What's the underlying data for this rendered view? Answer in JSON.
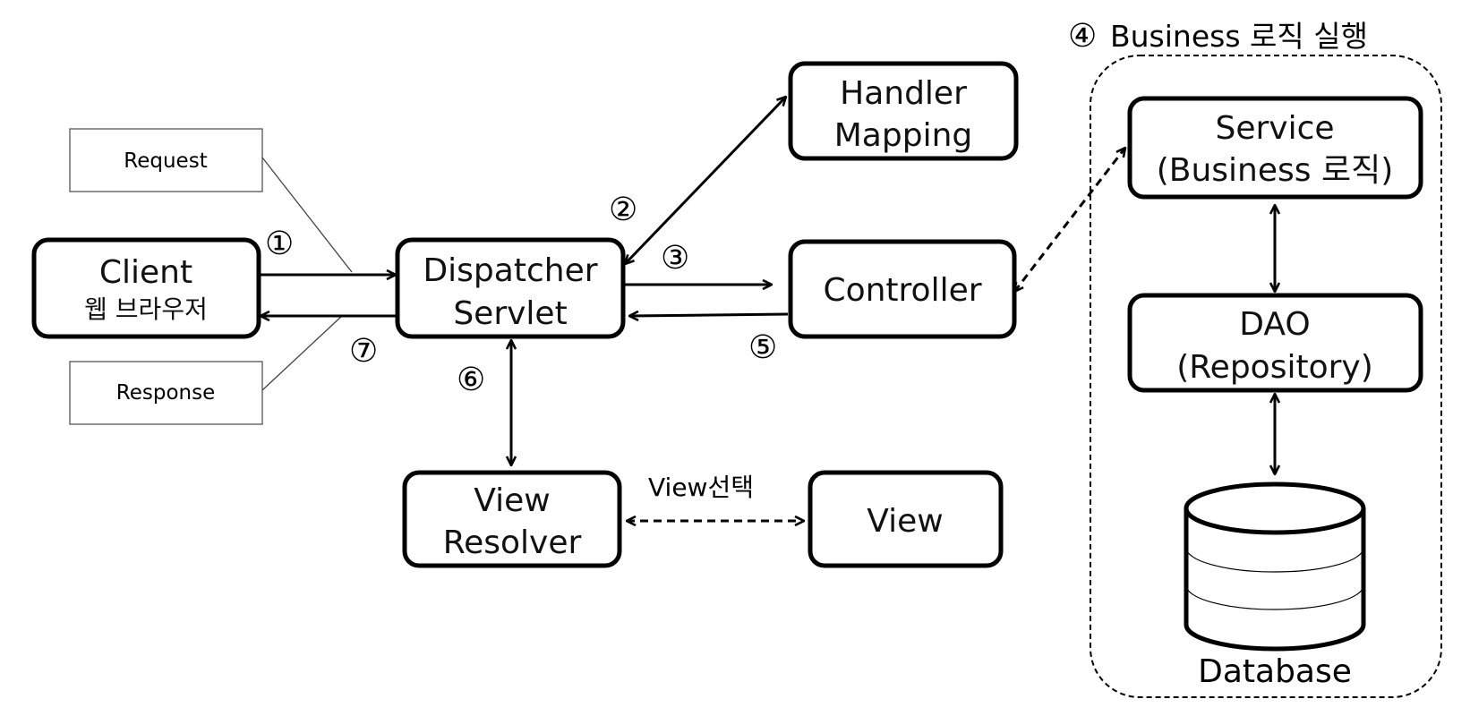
{
  "nodes": {
    "client": {
      "line1": "Client",
      "line2": "웹 브라우저"
    },
    "dispatcher": {
      "line1": "Dispatcher",
      "line2": "Servlet"
    },
    "handler_mapping": {
      "line1": "Handler",
      "line2": "Mapping"
    },
    "controller": {
      "line1": "Controller"
    },
    "view_resolver": {
      "line1": "View",
      "line2": "Resolver"
    },
    "view": {
      "line1": "View"
    },
    "service": {
      "line1": "Service",
      "line2": "(Business 로직)"
    },
    "dao": {
      "line1": "DAO",
      "line2": "(Repository)"
    },
    "database": {
      "label": "Database"
    }
  },
  "callouts": {
    "request": "Request",
    "response": "Response"
  },
  "step_labels": {
    "s1": "①",
    "s2": "②",
    "s3": "③",
    "s4": "④",
    "s5": "⑤",
    "s6": "⑥",
    "s7": "⑦"
  },
  "business_group_title": "Business 로직 실행",
  "view_select_label": "View선택"
}
